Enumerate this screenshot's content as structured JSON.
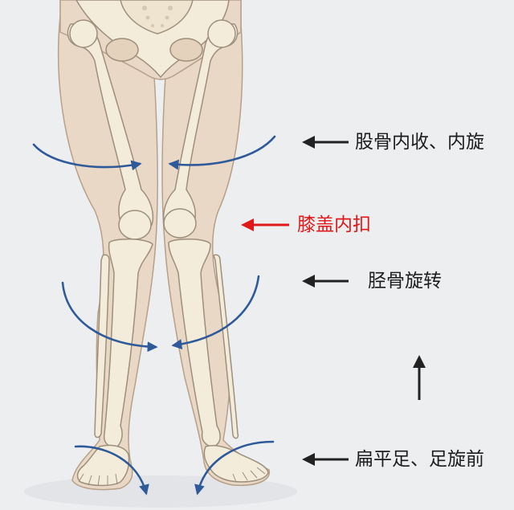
{
  "labels": {
    "femur": "股骨内收、内旋",
    "knee": "膝盖内扣",
    "tibia": "胫骨旋转",
    "foot": "扁平足、足旋前"
  },
  "colors": {
    "skin": "#e9d8c6",
    "skin_outline": "#b7a089",
    "bone": "#f3ecdb",
    "bone_outline": "#9d8f7a",
    "rotation_arrow": "#2f5a99",
    "pointer_arrow": "#222222",
    "highlight": "#e01818",
    "background": "#eceef0"
  }
}
